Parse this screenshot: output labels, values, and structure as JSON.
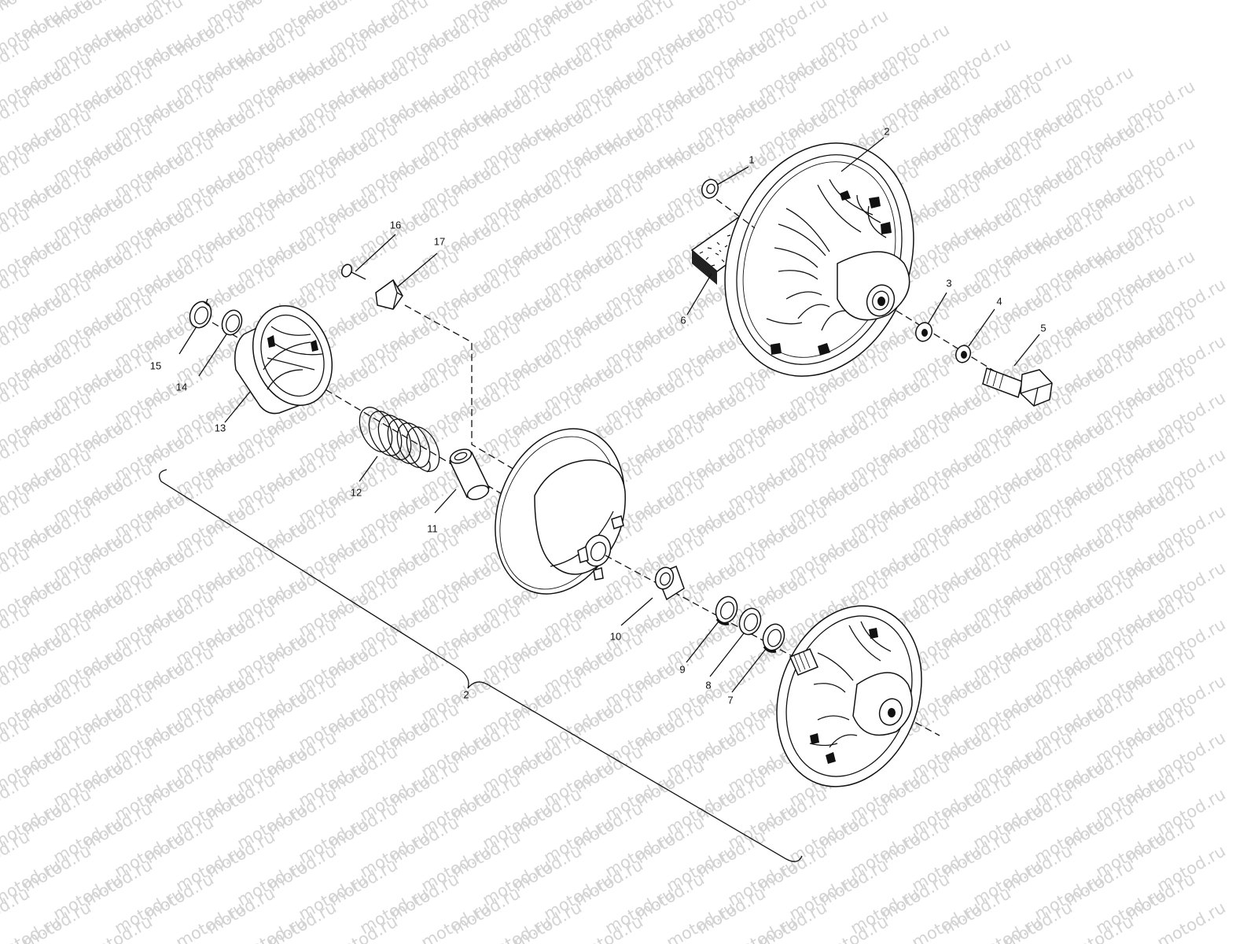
{
  "watermark": {
    "text": "motod.ru",
    "color": "#d3d3d3"
  },
  "callouts": [
    {
      "id": "1",
      "part": "washer"
    },
    {
      "id": "2",
      "part": "stationary-sheave"
    },
    {
      "id": "3",
      "part": "washer"
    },
    {
      "id": "4",
      "part": "lock-washer"
    },
    {
      "id": "5",
      "part": "bolt"
    },
    {
      "id": "6",
      "part": "drive-belt"
    },
    {
      "id": "7",
      "part": "washer"
    },
    {
      "id": "8",
      "part": "washer"
    },
    {
      "id": "9",
      "part": "washer"
    },
    {
      "id": "10",
      "part": "bushing"
    },
    {
      "id": "11",
      "part": "bushing"
    },
    {
      "id": "12",
      "part": "spring"
    },
    {
      "id": "13",
      "part": "cam"
    },
    {
      "id": "14",
      "part": "washer"
    },
    {
      "id": "15",
      "part": "snap-ring"
    },
    {
      "id": "16",
      "part": "screw"
    },
    {
      "id": "17",
      "part": "button"
    }
  ],
  "assembly_label": "2"
}
